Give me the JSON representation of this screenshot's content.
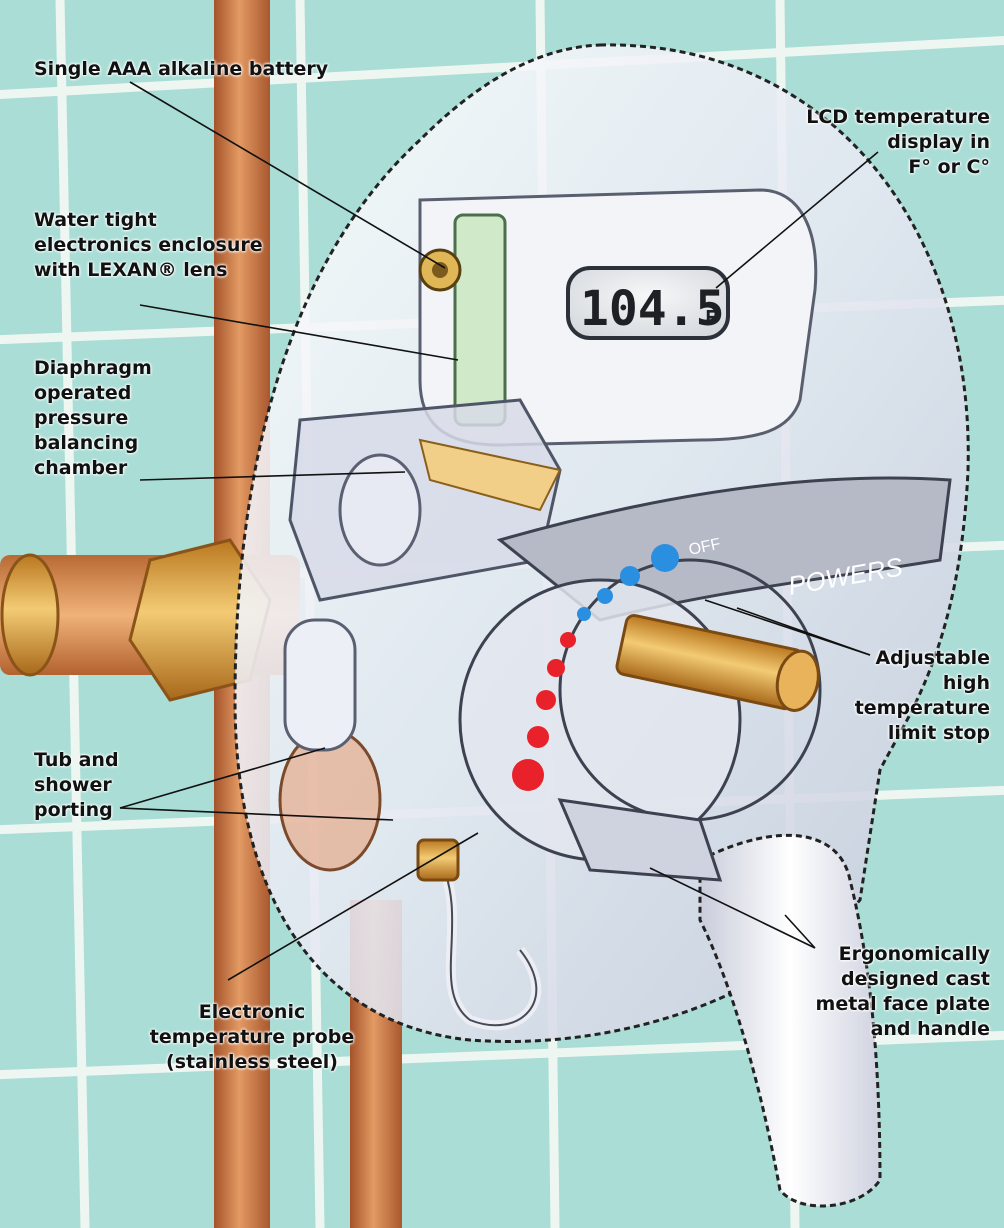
{
  "lcd": {
    "reading": "104.5",
    "unit": "F"
  },
  "handle": {
    "brand": "POWERS",
    "off_label": "OFF"
  },
  "labels": {
    "battery": {
      "lines": [
        "Single AAA alkaline battery"
      ]
    },
    "lcd_display": {
      "lines": [
        "LCD temperature",
        "display in",
        "F° or C°"
      ]
    },
    "enclosure": {
      "lines": [
        "Water tight",
        "electronics enclosure",
        "with LEXAN® lens"
      ]
    },
    "diaphragm": {
      "lines": [
        "Diaphragm",
        "operated",
        "pressure",
        "balancing",
        "chamber"
      ]
    },
    "limit_stop": {
      "lines": [
        "Adjustable",
        "high",
        "temperature",
        "limit stop"
      ]
    },
    "tub_porting": {
      "lines": [
        "Tub and",
        "shower",
        "porting"
      ]
    },
    "probe": {
      "lines": [
        "Electronic",
        "temperature probe",
        "(stainless steel)"
      ]
    },
    "face_plate": {
      "lines": [
        "Ergonomically",
        "designed cast",
        "metal face plate",
        "and handle"
      ]
    }
  },
  "colors": {
    "tile": "#a9ddd6",
    "grout": "#eef6f2",
    "copper": "#d98a52",
    "brass": "#d9a03e",
    "hot_dots": "#e8212a",
    "cold_dots": "#2a8fe0",
    "chrome": "#eef0f6"
  }
}
